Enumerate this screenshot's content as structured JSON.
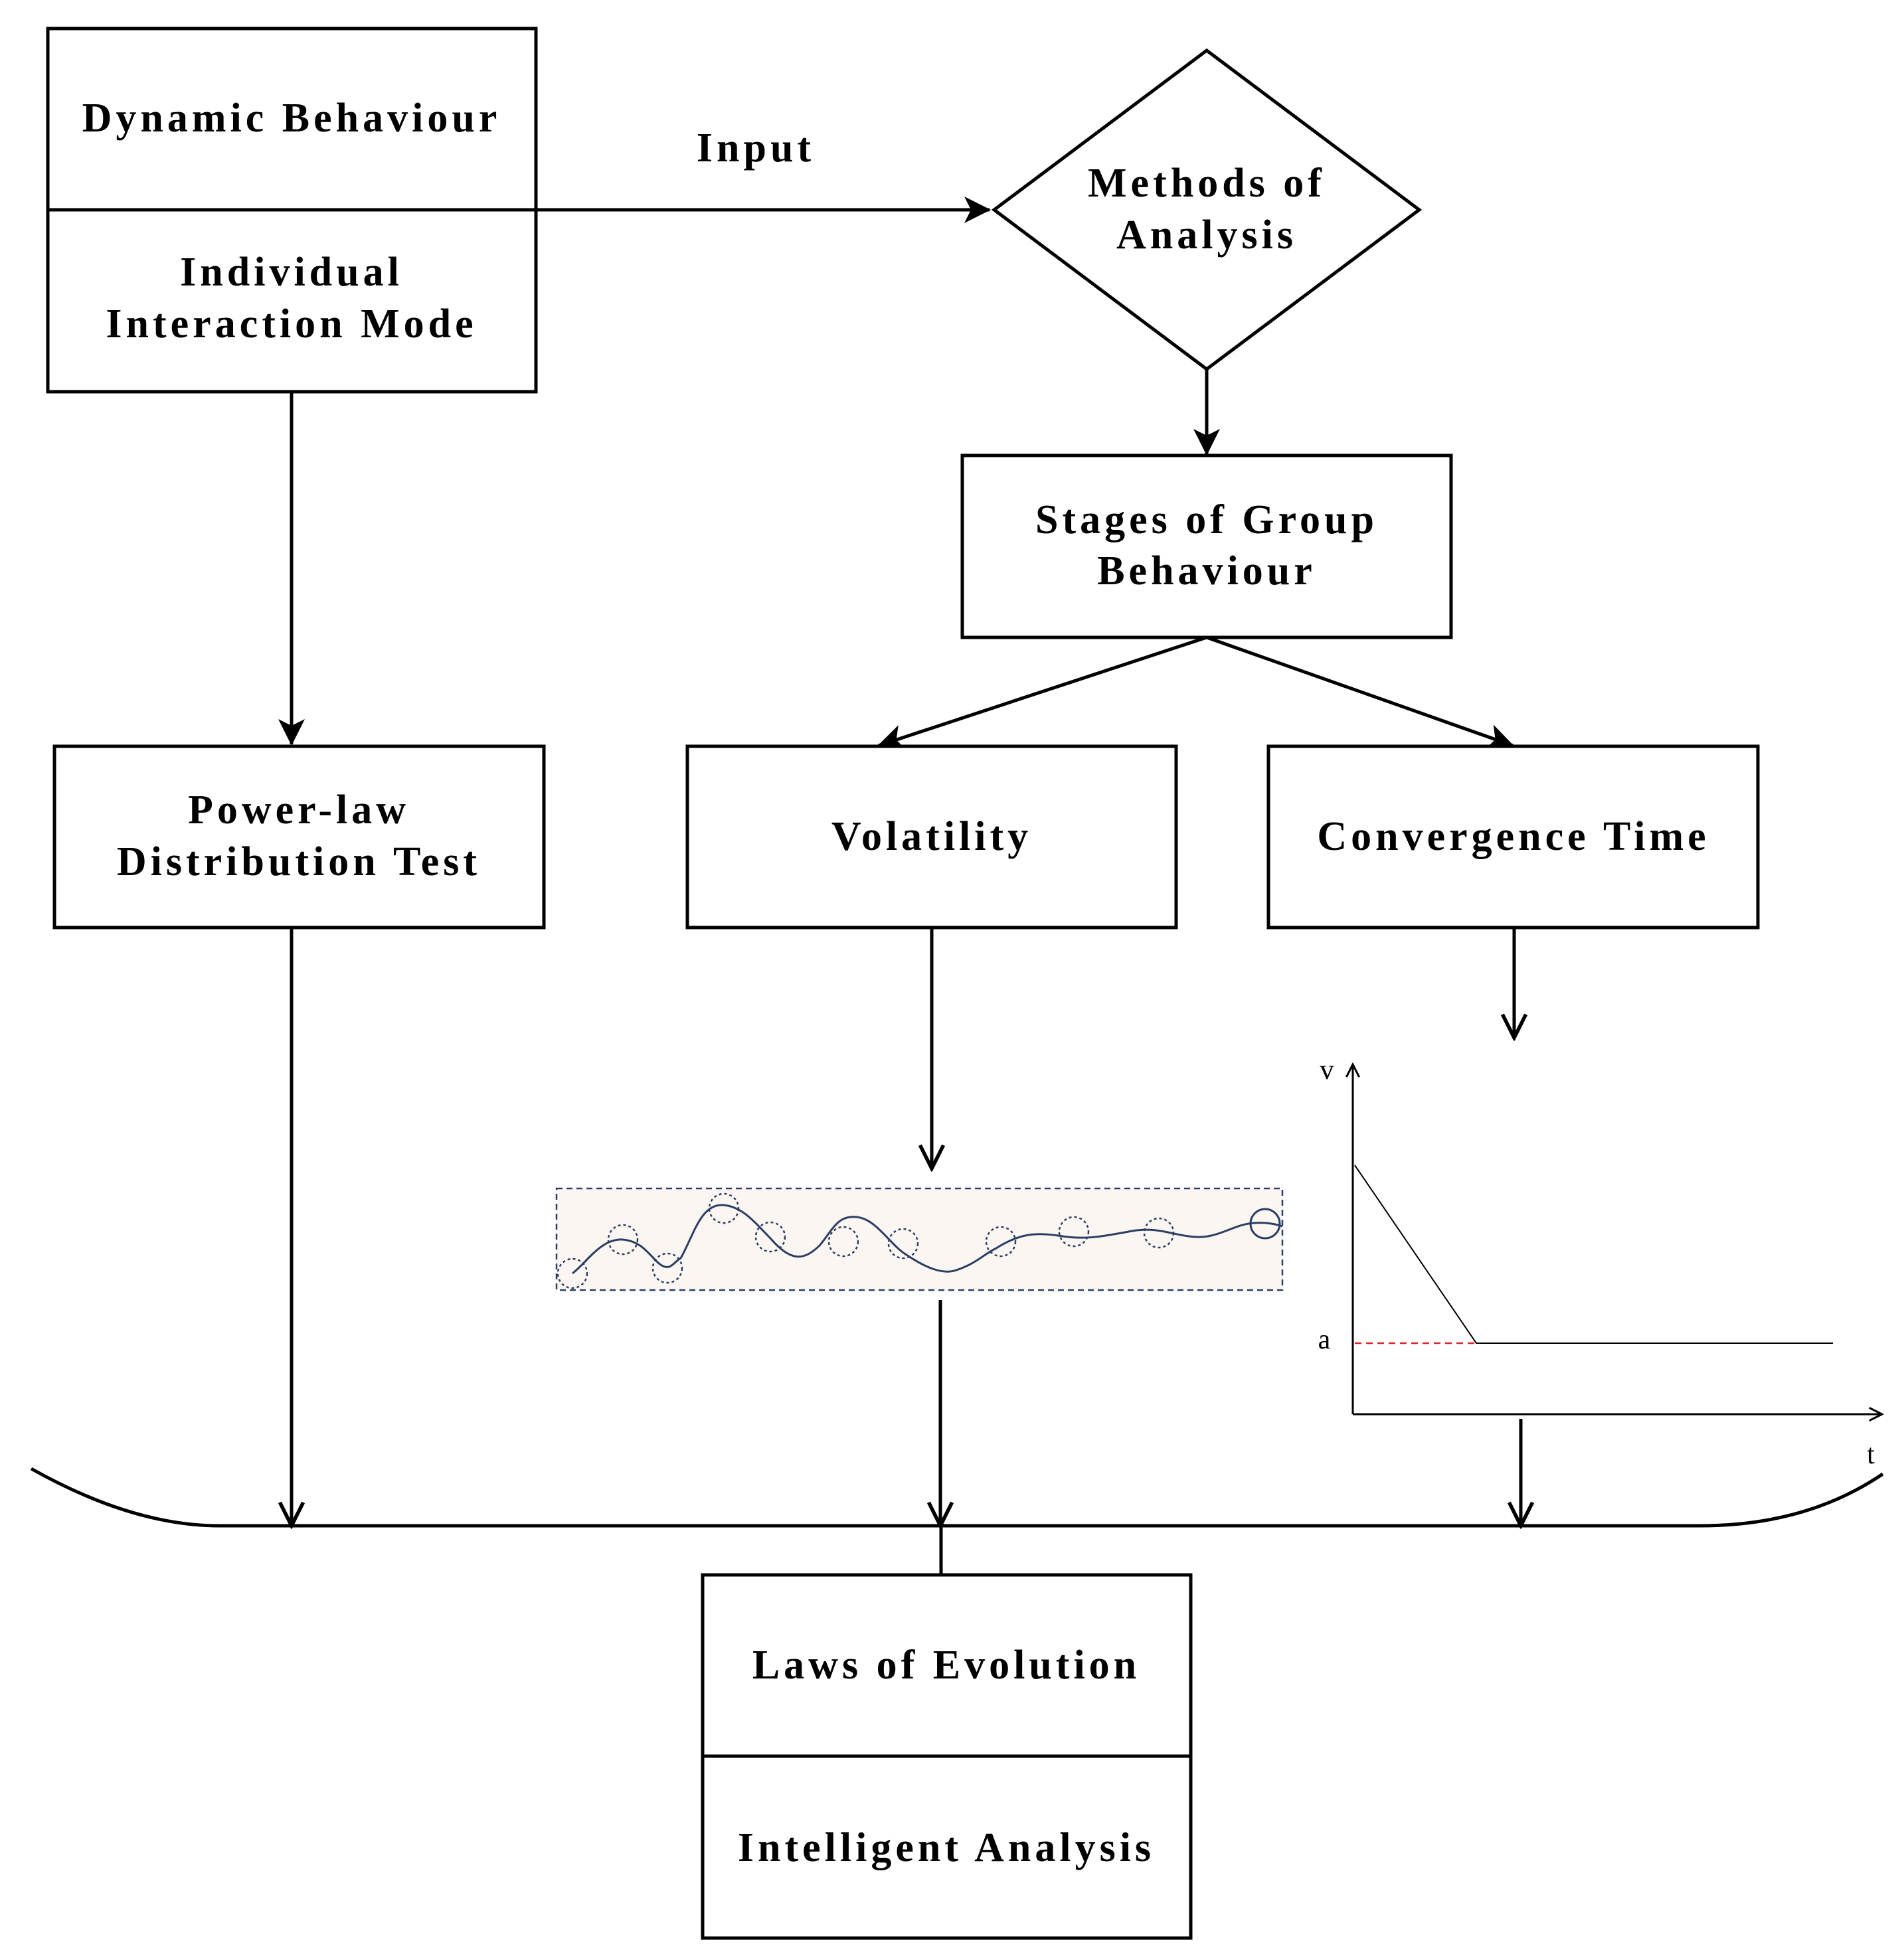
{
  "nodes": {
    "dynamic_behaviour": "Dynamic Behaviour",
    "individual_interaction_line1": "Individual",
    "individual_interaction_line2": "Interaction Mode",
    "methods_line1": "Methods of",
    "methods_line2": "Analysis",
    "stages_line1": "Stages of Group",
    "stages_line2": "Behaviour",
    "powerlaw_line1": "Power-law",
    "powerlaw_line2": "Distribution Test",
    "volatility": "Volatility",
    "convergence": "Convergence Time",
    "laws": "Laws of Evolution",
    "intelligent": "Intelligent Analysis"
  },
  "edges": {
    "input_label": "Input"
  },
  "convergence_plot": {
    "y_axis_label": "v",
    "x_axis_label": "t",
    "threshold_label": "a",
    "line_color": "#000000",
    "threshold_color": "#e0262b"
  },
  "volatility_plot": {
    "curve_color": "#2c3e63",
    "background_color": "#fbf6f1"
  }
}
